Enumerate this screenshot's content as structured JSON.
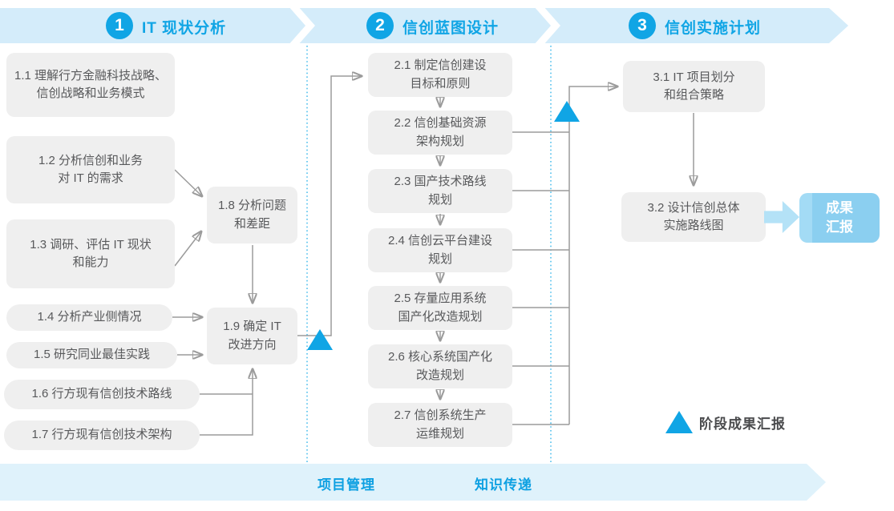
{
  "colors": {
    "accent_blue": "#10A5E5",
    "band_light_blue": "#D4ECFA",
    "band_bottom_blue": "#DFF2FB",
    "box_gray": "#EFEFEF",
    "box_text": "#58595B",
    "connector_gray": "#9B9B9B",
    "dotted_divider_blue": "#4FBFED",
    "result_box_blue": "#8BCFF0",
    "result_arrow_blue": "#B4E2F7"
  },
  "phases": [
    {
      "number": "1",
      "title": "IT 现状分析"
    },
    {
      "number": "2",
      "title": "信创蓝图设计"
    },
    {
      "number": "3",
      "title": "信创实施计划"
    }
  ],
  "phase1_boxes": {
    "b11": "1.1 理解行方金融科技战略、\n信创战略和业务模式",
    "b12": "1.2 分析信创和业务\n对 IT 的需求",
    "b13": "1.3 调研、评估 IT 现状\n和能力",
    "b14": "1.4 分析产业侧情况",
    "b15": "1.5 研究同业最佳实践",
    "b16": "1.6 行方现有信创技术路线",
    "b17": "1.7 行方现有信创技术架构",
    "b18": "1.8 分析问题\n和差距",
    "b19": "1.9 确定 IT\n改进方向"
  },
  "phase2_boxes": {
    "b21": "2.1 制定信创建设\n目标和原则",
    "b22": "2.2 信创基础资源\n架构规划",
    "b23": "2.3 国产技术路线\n规划",
    "b24": "2.4 信创云平台建设\n规划",
    "b25": "2.5 存量应用系统\n国产化改造规划",
    "b26": "2.6 核心系统国产化\n改造规划",
    "b27": "2.7 信创系统生产\n运维规划"
  },
  "phase3_boxes": {
    "b31": "3.1 IT 项目划分\n和组合策略",
    "b32": "3.2 设计信创总体\n实施路线图"
  },
  "result_box": "成果\n汇报",
  "legend": {
    "label": "阶段成果汇报"
  },
  "bottom_band": {
    "left_label": "项目管理",
    "right_label": "知识传递"
  }
}
